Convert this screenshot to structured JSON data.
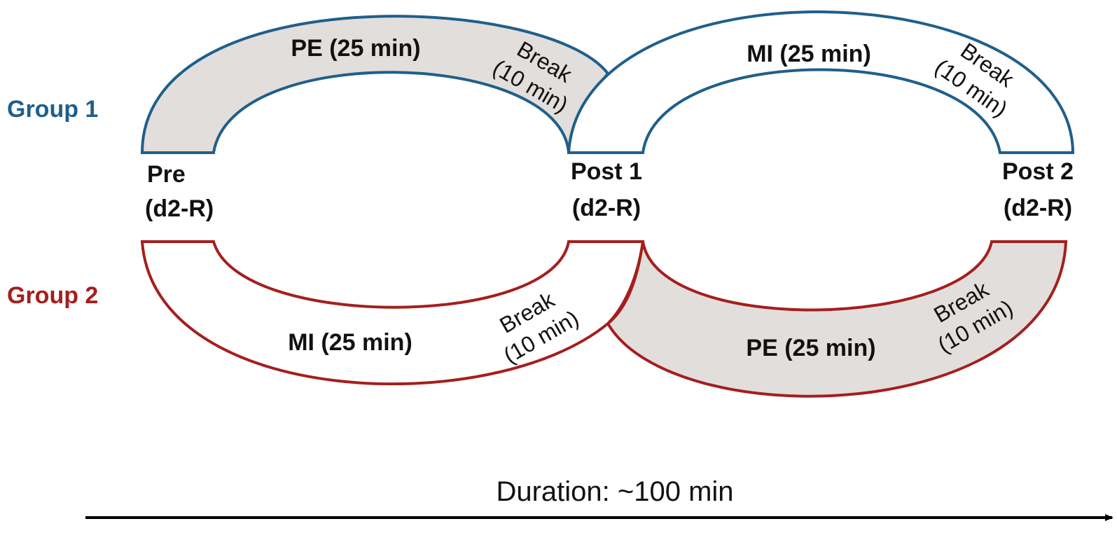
{
  "groups": {
    "group1": {
      "label": "Group 1",
      "color": "#1f5f8b"
    },
    "group2": {
      "label": "Group 2",
      "color": "#a51e1e"
    }
  },
  "colors": {
    "fill_gray": "#e2dedb",
    "fill_white": "#ffffff",
    "axis": "#000000"
  },
  "timepoints": {
    "pre": {
      "line1": "Pre",
      "line2": "(d2-R)"
    },
    "post1": {
      "line1": "Post 1",
      "line2": "(d2-R)"
    },
    "post2": {
      "line1": "Post 2",
      "line2": "(d2-R)"
    }
  },
  "segments": {
    "g1_first": {
      "main": "PE (25 min)",
      "break_line1": "Break",
      "break_line2": "(10 min)"
    },
    "g1_second": {
      "main": "MI (25 min)",
      "break_line1": "Break",
      "break_line2": "(10 min)"
    },
    "g2_first": {
      "main": "MI (25 min)",
      "break_line1": "Break",
      "break_line2": "(10 min)"
    },
    "g2_second": {
      "main": "PE (25 min)",
      "break_line1": "Break",
      "break_line2": "(10 min)"
    }
  },
  "axis": {
    "label": "Duration: ~100 min"
  }
}
